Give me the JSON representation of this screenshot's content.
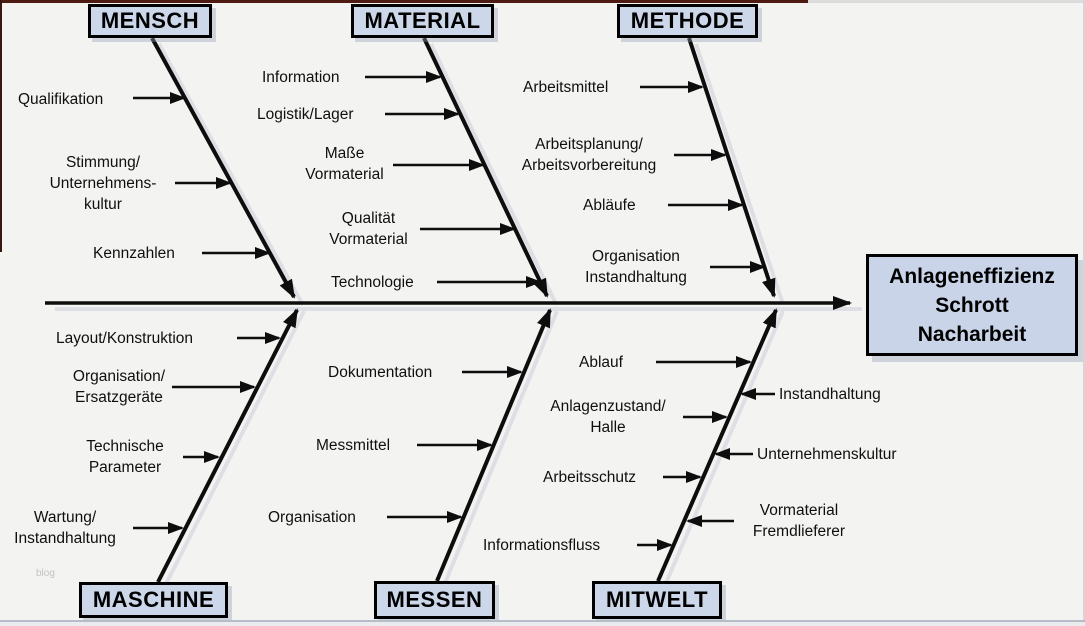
{
  "fishbone": {
    "effect": {
      "text": "Anlageneffizienz\nSchrott\nNacharbeit"
    },
    "categories": [
      {
        "label": "MENSCH",
        "causes": [
          {
            "text": "Qualifikation"
          },
          {
            "text": "Stimmung/\nUnternehmens-\nkultur"
          },
          {
            "text": "Kennzahlen"
          }
        ]
      },
      {
        "label": "MATERIAL",
        "causes": [
          {
            "text": "Information"
          },
          {
            "text": "Logistik/Lager"
          },
          {
            "text": "Maße\nVormaterial"
          },
          {
            "text": "Qualität\nVormaterial"
          },
          {
            "text": "Technologie"
          }
        ]
      },
      {
        "label": "METHODE",
        "causes": [
          {
            "text": "Arbeitsmittel"
          },
          {
            "text": "Arbeitsplanung/\nArbeitsvorbereitung"
          },
          {
            "text": "Abläufe"
          },
          {
            "text": "Organisation\nInstandhaltung"
          }
        ]
      },
      {
        "label": "MASCHINE",
        "causes": [
          {
            "text": "Layout/Konstruktion"
          },
          {
            "text": "Organisation/\nErsatzgeräte"
          },
          {
            "text": "Technische\nParameter"
          },
          {
            "text": "Wartung/\nInstandhaltung"
          }
        ]
      },
      {
        "label": "MESSEN",
        "causes": [
          {
            "text": "Dokumentation"
          },
          {
            "text": "Messmittel"
          },
          {
            "text": "Organisation"
          }
        ]
      },
      {
        "label": "MITWELT",
        "causes": [
          {
            "text": "Ablauf"
          },
          {
            "text": "Anlagenzustand/\nHalle"
          },
          {
            "text": "Arbeitsschutz"
          },
          {
            "text": "Informationsfluss"
          },
          {
            "text": "Instandhaltung"
          },
          {
            "text": "Unternehmenskultur"
          },
          {
            "text": "Vormaterial\nFremdlieferer"
          }
        ]
      }
    ],
    "watermark": "blog",
    "colors": {
      "box_fill": "#ccd7e9",
      "box_border": "#000000",
      "line": "#0d0d0d",
      "background": "#f3f3f2",
      "top_edge": "#4e1b13"
    }
  }
}
